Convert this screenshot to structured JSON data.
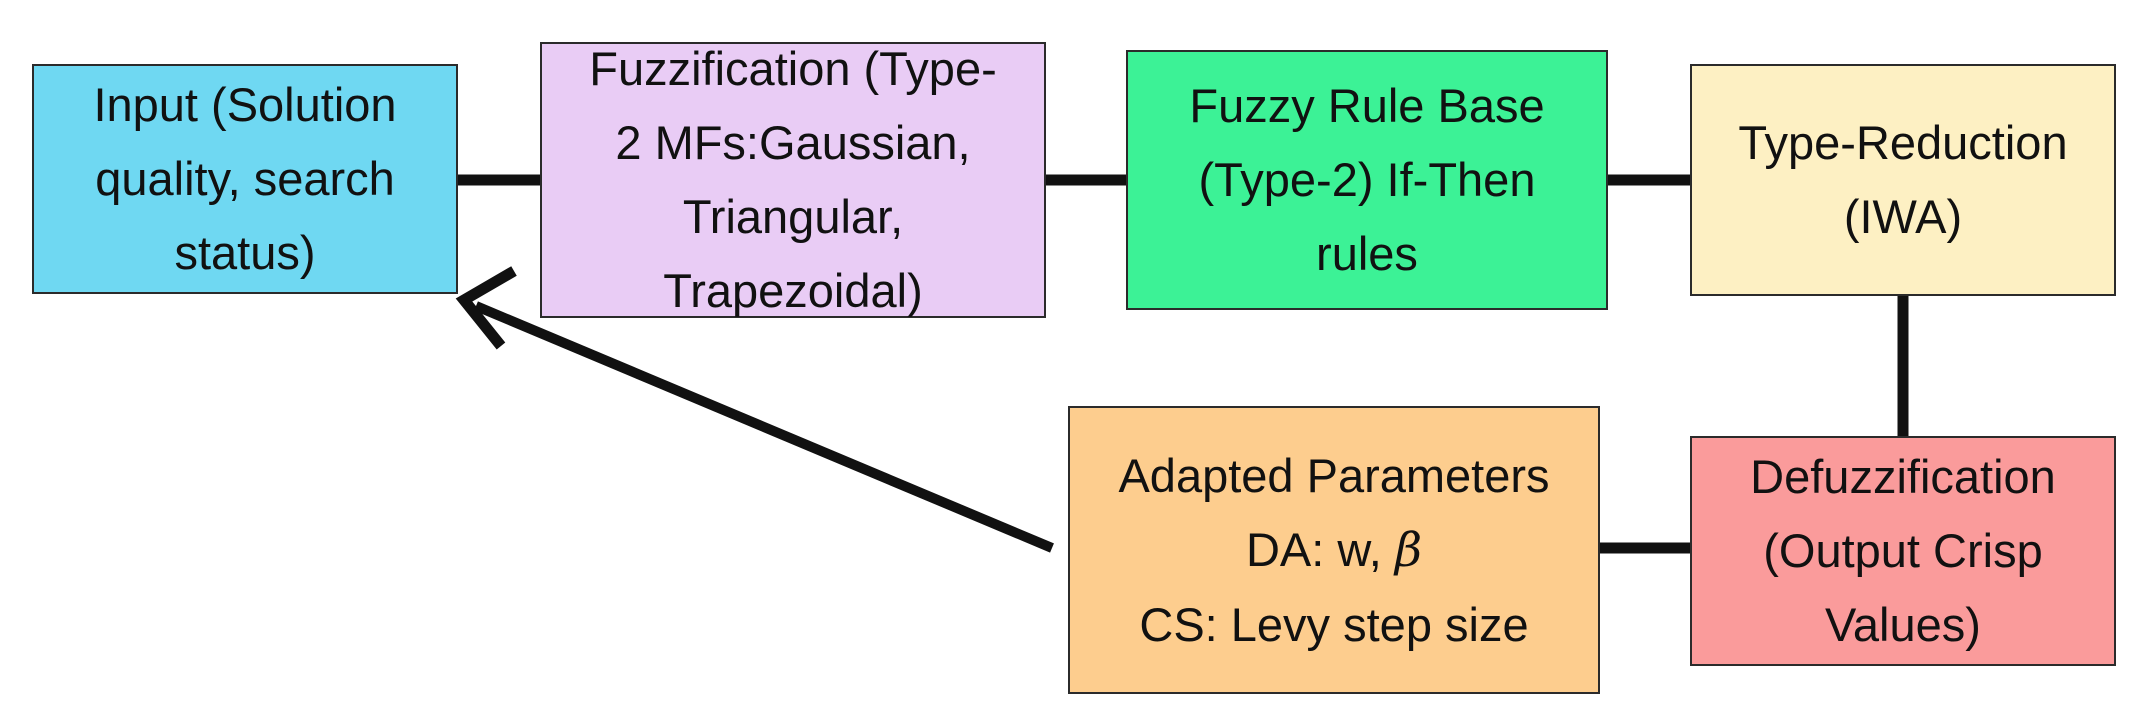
{
  "colors": {
    "input": "#6fd8f2",
    "fuzzification": "#e9ccf5",
    "rule_base": "#3cf296",
    "type_reduction": "#fdf0c3",
    "defuzzification": "#fa9b9b",
    "adapted": "#fdcd8e",
    "connector": "#111111"
  },
  "boxes": {
    "input": {
      "lines": [
        "Input (Solution",
        "quality, search",
        "status)"
      ]
    },
    "fuzzification": {
      "lines": [
        "Fuzzification (Type-",
        "2 MFs:Gaussian,",
        "Triangular,",
        "Trapezoidal)"
      ]
    },
    "rule_base": {
      "lines": [
        "Fuzzy Rule Base",
        "(Type-2) If-Then",
        "rules"
      ]
    },
    "type_reduction": {
      "lines": [
        "Type-Reduction",
        "(IWA)"
      ]
    },
    "defuzzification": {
      "lines": [
        "Defuzzification",
        "(Output Crisp",
        "Values)"
      ]
    },
    "adapted": {
      "line1": "Adapted Parameters",
      "line2_prefix": "DA: w, ",
      "line2_symbol": "β",
      "line3": "CS: Levy step size"
    }
  }
}
